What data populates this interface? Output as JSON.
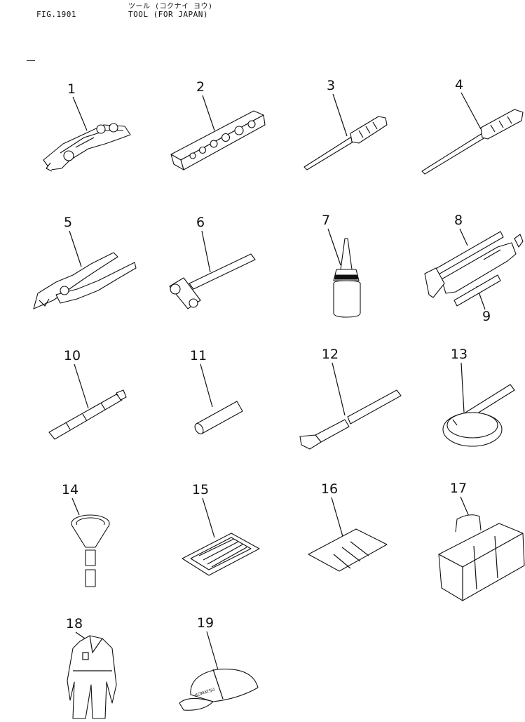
{
  "header": {
    "fig_label": "FIG.1901",
    "title_jp": "ツール (コクナイ ヨウ)",
    "title_en": "TOOL (FOR JAPAN)"
  },
  "callouts": [
    {
      "id": 1,
      "label": "1",
      "part": "wrench-set"
    },
    {
      "id": 2,
      "label": "2",
      "part": "socket-set"
    },
    {
      "id": 3,
      "label": "3",
      "part": "screwdriver-phillips"
    },
    {
      "id": 4,
      "label": "4",
      "part": "screwdriver-flat"
    },
    {
      "id": 5,
      "label": "5",
      "part": "pliers"
    },
    {
      "id": 6,
      "label": "6",
      "part": "hammer"
    },
    {
      "id": 7,
      "label": "7",
      "part": "oil-can"
    },
    {
      "id": 8,
      "label": "8",
      "part": "grease-gun"
    },
    {
      "id": 9,
      "label": "9",
      "part": "grease-gun-nozzle"
    },
    {
      "id": 10,
      "label": "10",
      "part": "extension-bar"
    },
    {
      "id": 11,
      "label": "11",
      "part": "pin"
    },
    {
      "id": 12,
      "label": "12",
      "part": "scraper"
    },
    {
      "id": 13,
      "label": "13",
      "part": "filter-wrench"
    },
    {
      "id": 14,
      "label": "14",
      "part": "funnel"
    },
    {
      "id": 15,
      "label": "15",
      "part": "mat"
    },
    {
      "id": 16,
      "label": "16",
      "part": "bag"
    },
    {
      "id": 17,
      "label": "17",
      "part": "tool-bag"
    },
    {
      "id": 18,
      "label": "18",
      "part": "coverall"
    },
    {
      "id": 19,
      "label": "19",
      "part": "cap"
    }
  ],
  "cap_logo_text": "KOMATSU"
}
